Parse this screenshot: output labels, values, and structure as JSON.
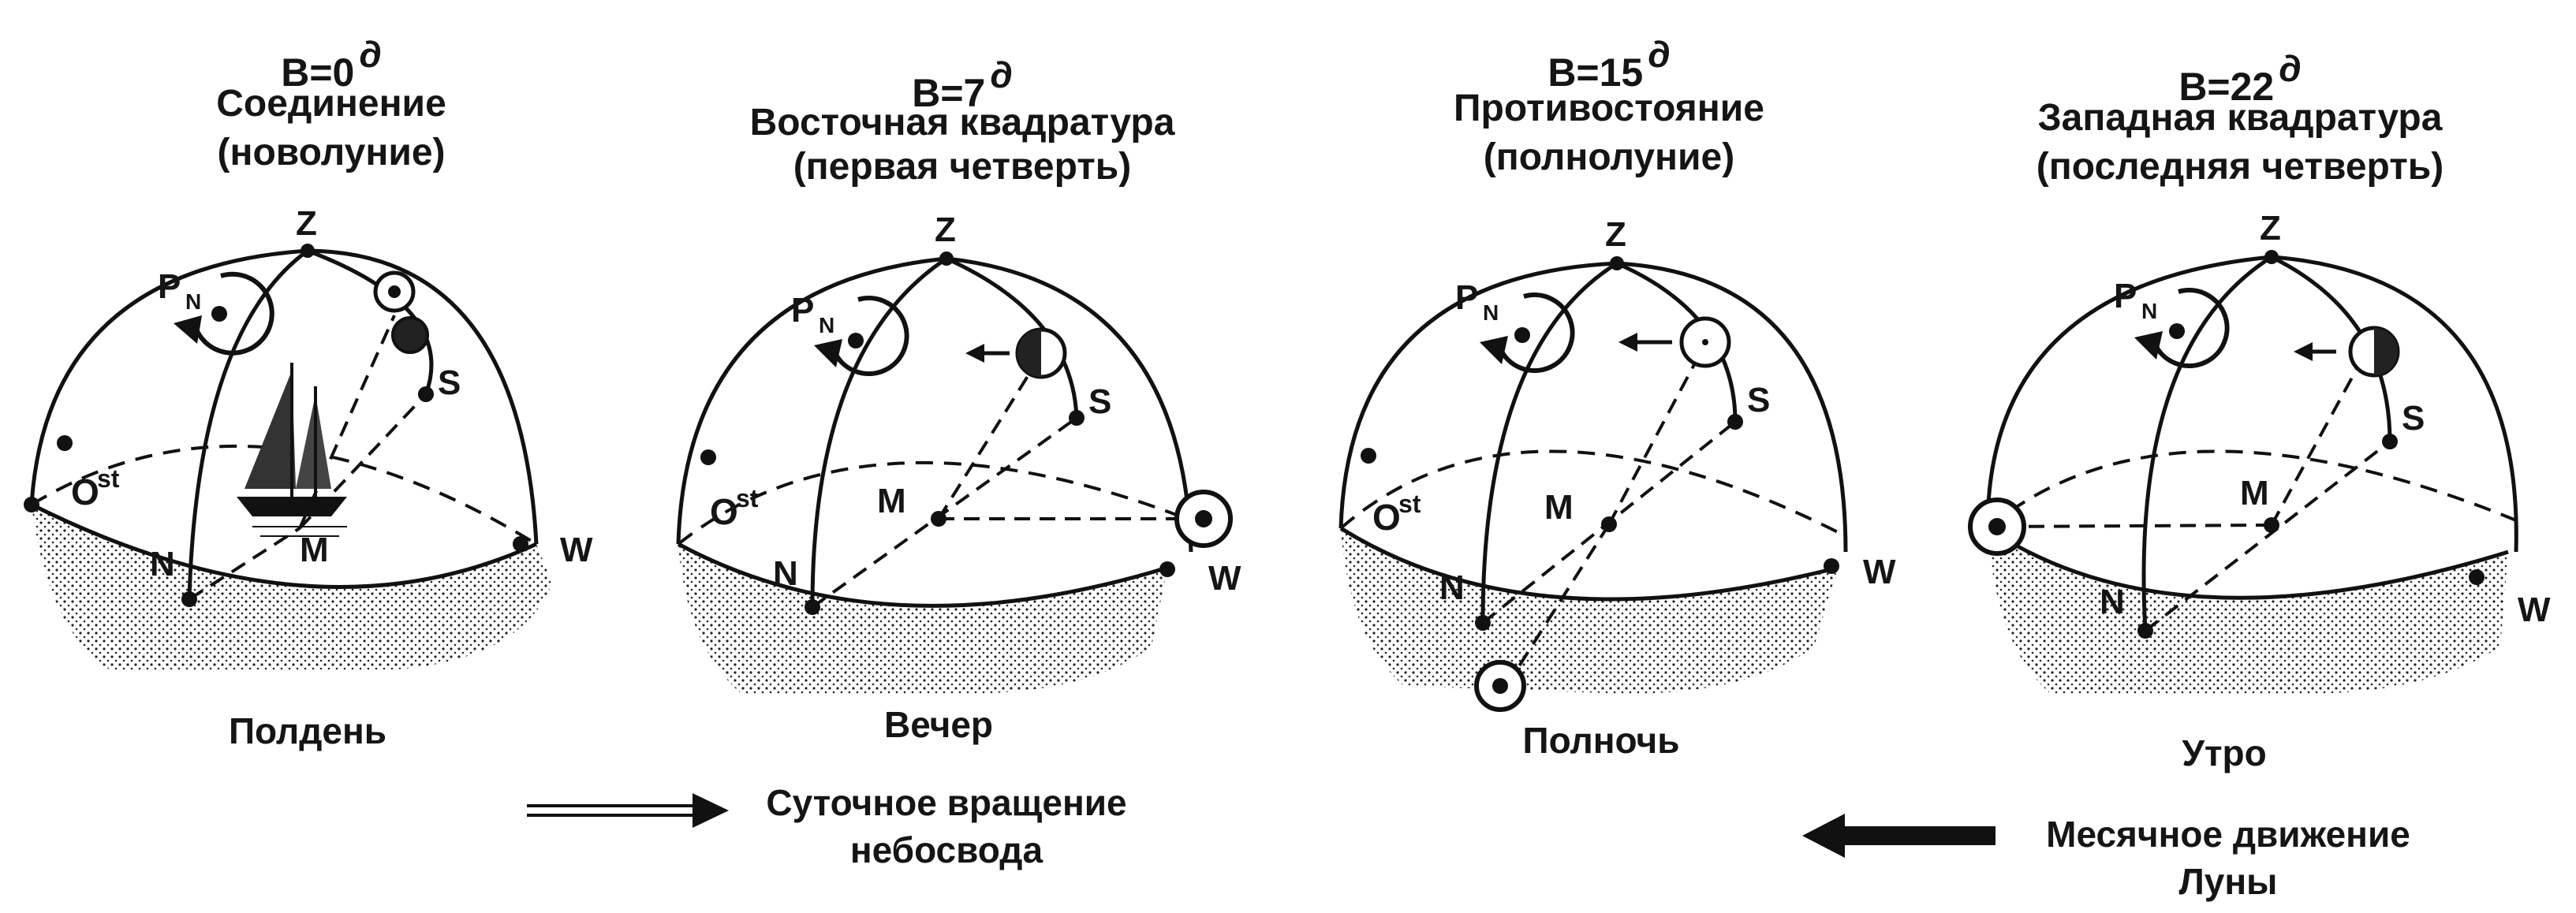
{
  "panels": [
    {
      "degree": "В=0",
      "mark": "д",
      "phase": "Соединение",
      "sub": "(новолуние)",
      "time": "Полдень"
    },
    {
      "degree": "В=7",
      "mark": "д",
      "phase": "Восточная квадратура",
      "sub": "(первая четверть)",
      "time": "Вечер"
    },
    {
      "degree": "В=15",
      "mark": "д",
      "phase": "Противостояние",
      "sub": "(полнолуние)",
      "time": "Полночь"
    },
    {
      "degree": "В=22",
      "mark": "д",
      "phase": "Западная квадратура",
      "sub": "(последняя четверть)",
      "time": "Утро"
    }
  ],
  "labels": {
    "zenith": "Z",
    "pole": "P",
    "pole_sub": "N",
    "south": "S",
    "north": "N",
    "west": "W",
    "east": "O",
    "east_sup": "st",
    "observer": "M"
  },
  "legend": {
    "daily_line1": "Суточное вращение",
    "daily_line2": "небосвода",
    "monthly_line1": "Месячное движение",
    "monthly_line2": "Луны"
  }
}
